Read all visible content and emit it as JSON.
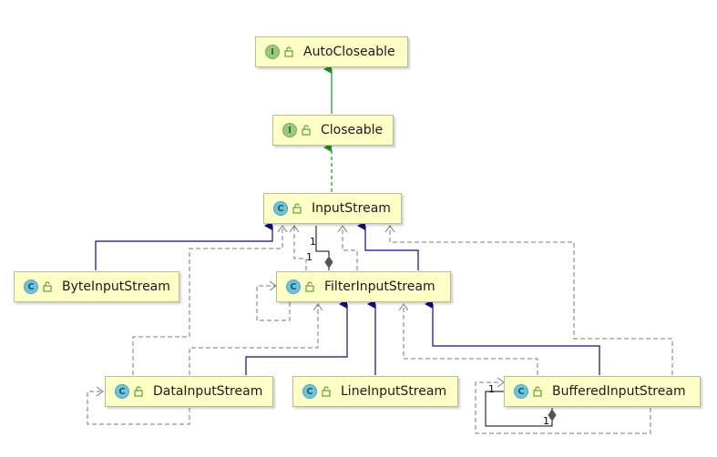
{
  "nodes": {
    "autocloseable": {
      "kind": "I",
      "name": "AutoCloseable"
    },
    "closeable": {
      "kind": "I",
      "name": "Closeable"
    },
    "inputstream": {
      "kind": "C",
      "name": "InputStream"
    },
    "byteinputstream": {
      "kind": "C",
      "name": "ByteInputStream"
    },
    "filterinputstream": {
      "kind": "C",
      "name": "FilterInputStream"
    },
    "datainputstream": {
      "kind": "C",
      "name": "DataInputStream"
    },
    "lineinputstream": {
      "kind": "C",
      "name": "LineInputStream"
    },
    "bufferedinputstream": {
      "kind": "C",
      "name": "BufferedInputStream"
    }
  },
  "multiplicities": {
    "filter_to_input_top": "1",
    "filter_to_input_bottom": "1",
    "buffered_self_top": "1",
    "buffered_self_bottom": "1"
  },
  "colors": {
    "interface_extends": "#1f8f1f",
    "class_extends": "#0d0d7a",
    "dependency": "#7a7a7a",
    "node_fill": "#fefec7",
    "node_border": "#bcbc8f"
  },
  "icons": {
    "interface_badge": "interface-icon",
    "class_badge": "class-icon",
    "visibility": "lock-icon"
  }
}
